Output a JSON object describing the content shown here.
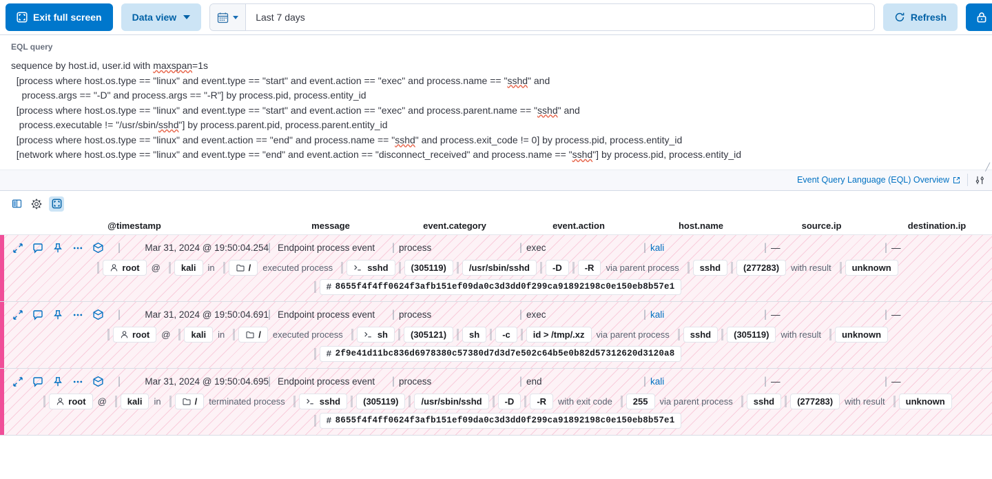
{
  "toolbar": {
    "exit_full_screen": "Exit full screen",
    "data_view": "Data view",
    "date_range_value": "Last 7 days",
    "refresh": "Refresh",
    "icons": {
      "fullscreen": "exit-fullscreen-icon",
      "calendar": "calendar-icon",
      "refresh": "refresh-icon",
      "lock": "lock-icon"
    }
  },
  "eql": {
    "label": "EQL query",
    "lines": [
      "sequence by host.id, user.id with maxspan=1s",
      "  [process where host.os.type == \"linux\" and event.type == \"start\" and event.action == \"exec\" and process.name == \"sshd\" and",
      "    process.args == \"-D\" and process.args == \"-R\"] by process.pid, process.entity_id",
      "  [process where host.os.type == \"linux\" and event.type == \"start\" and event.action == \"exec\" and process.parent.name == \"sshd\" and",
      "   process.executable != \"/usr/sbin/sshd\"] by process.parent.pid, process.parent.entity_id",
      "  [process where host.os.type == \"linux\" and event.action == \"end\" and process.name == \"sshd\" and process.exit_code != 0] by process.pid, process.entity_id",
      "  [network where host.os.type == \"linux\" and event.type == \"end\" and event.action == \"disconnect_received\" and process.name == \"sshd\"] by process.pid, process.entity_id"
    ],
    "overview_link": "Event Query Language (EQL) Overview"
  },
  "grid": {
    "toolbar_icons": [
      "columns-icon",
      "gear-icon",
      "fullscreen-icon"
    ],
    "columns": [
      "@timestamp",
      "message",
      "event.category",
      "event.action",
      "host.name",
      "source.ip",
      "destination.ip"
    ],
    "rows": [
      {
        "timestamp": "Mar 31, 2024 @ 19:50:04.254",
        "message": "Endpoint process event",
        "category": "process",
        "action": "exec",
        "host": "kali",
        "source_ip": "—",
        "destination_ip": "—",
        "user": "root",
        "at": "@",
        "hostname": "kali",
        "in_word": "in",
        "cwd": "/",
        "verb": "executed process",
        "process_name": "sshd",
        "pid": "(305119)",
        "executable": "/usr/sbin/sshd",
        "args": [
          "-D",
          "-R"
        ],
        "exit_label": "",
        "exit_code": "",
        "parent_label": "via parent process",
        "parent_name": "sshd",
        "parent_pid": "(277283)",
        "result_label": "with result",
        "result": "unknown",
        "hash": "8655f4f4ff0624f3afb151ef09da0c3d3dd0f299ca91892198c0e150eb8b57e1"
      },
      {
        "timestamp": "Mar 31, 2024 @ 19:50:04.691",
        "message": "Endpoint process event",
        "category": "process",
        "action": "exec",
        "host": "kali",
        "source_ip": "—",
        "destination_ip": "—",
        "user": "root",
        "at": "@",
        "hostname": "kali",
        "in_word": "in",
        "cwd": "/",
        "verb": "executed process",
        "process_name": "sh",
        "pid": "(305121)",
        "executable": "sh",
        "args": [
          "-c",
          "id > /tmp/.xz"
        ],
        "exit_label": "",
        "exit_code": "",
        "parent_label": "via parent process",
        "parent_name": "sshd",
        "parent_pid": "(305119)",
        "result_label": "with result",
        "result": "unknown",
        "hash": "2f9e41d11bc836d6978380c57380d7d3d7e502c64b5e0b82d57312620d3120a8"
      },
      {
        "timestamp": "Mar 31, 2024 @ 19:50:04.695",
        "message": "Endpoint process event",
        "category": "process",
        "action": "end",
        "host": "kali",
        "source_ip": "—",
        "destination_ip": "—",
        "user": "root",
        "at": "@",
        "hostname": "kali",
        "in_word": "in",
        "cwd": "/",
        "verb": "terminated process",
        "process_name": "sshd",
        "pid": "(305119)",
        "executable": "/usr/sbin/sshd",
        "args": [
          "-D",
          "-R"
        ],
        "exit_label": "with exit code",
        "exit_code": "255",
        "parent_label": "via parent process",
        "parent_name": "sshd",
        "parent_pid": "(277283)",
        "result_label": "with result",
        "result": "unknown",
        "hash": "8655f4f4ff0624f3afb151ef09da0c3d3dd0f299ca91892198c0e150eb8b57e1"
      }
    ],
    "row_action_icons": [
      "expand-icon",
      "comment-icon",
      "pin-icon",
      "more-actions-icon",
      "analyzer-icon"
    ]
  },
  "colors": {
    "primary": "#0077CC",
    "accent_pink": "#F04E98",
    "link": "#0071C2",
    "row_bg": "#FDF2F6"
  }
}
